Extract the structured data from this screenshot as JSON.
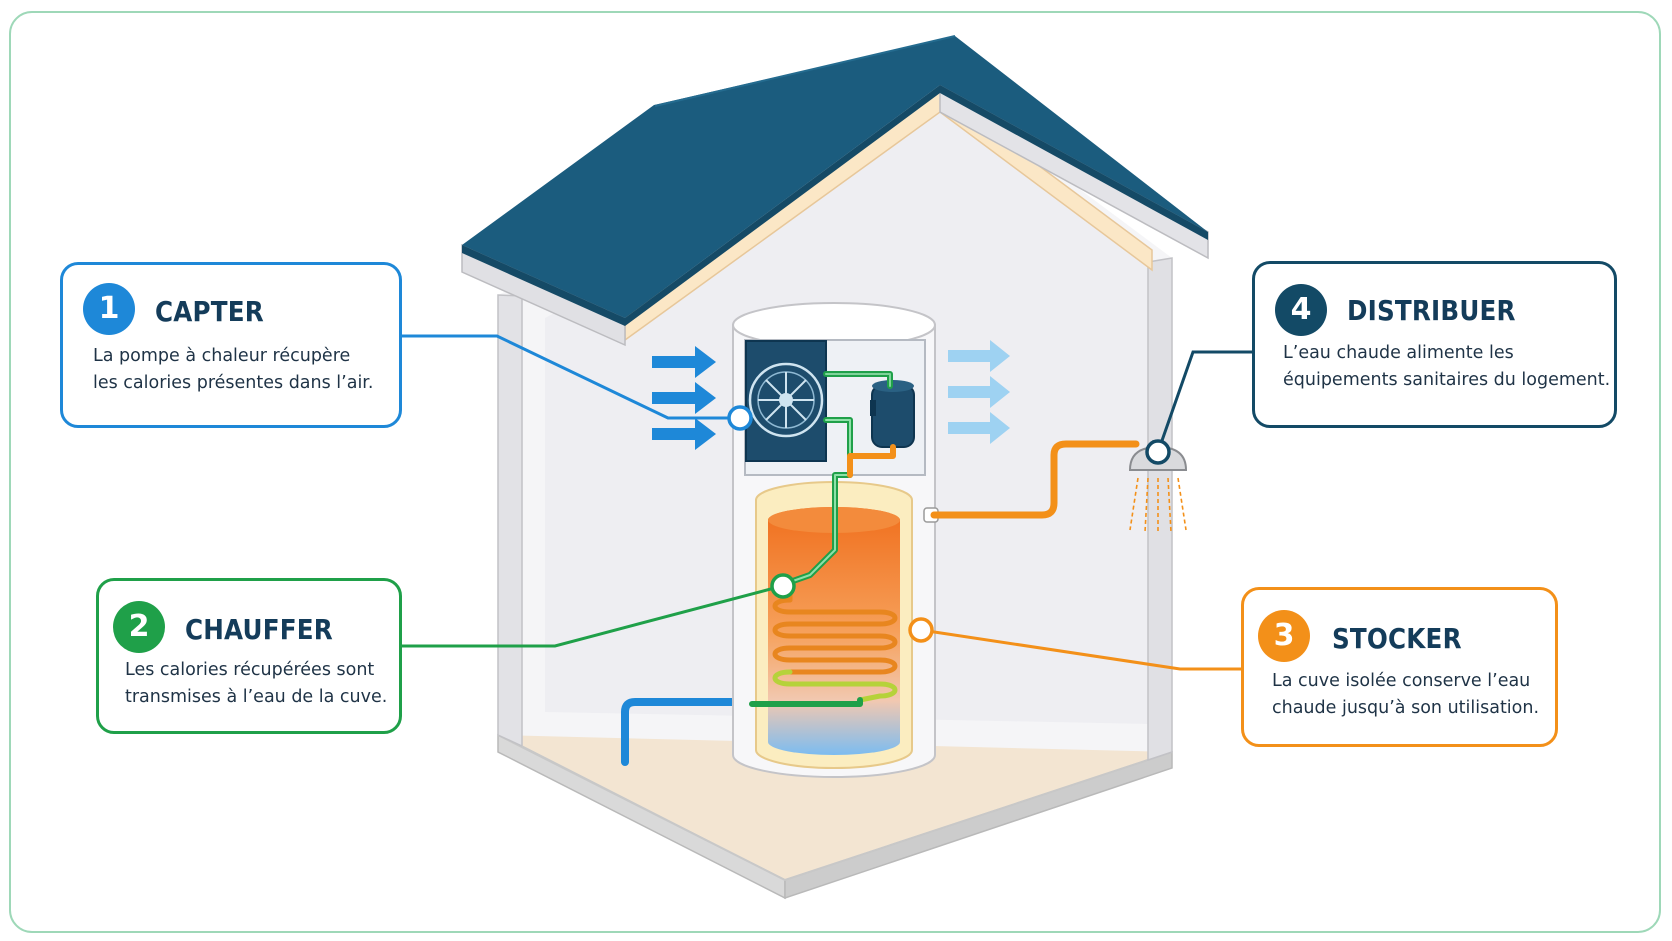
{
  "colors": {
    "blue": "#1e88d8",
    "green": "#1fa049",
    "orange": "#f39019",
    "navy": "#134a66",
    "roof": "#1b5c7e",
    "frame": "#9ed8b8"
  },
  "steps": [
    {
      "number": "1",
      "title": "CAPTER",
      "lines": [
        "La pompe à chaleur récupère",
        "les calories présentes dans l’air."
      ],
      "color": "blue"
    },
    {
      "number": "2",
      "title": "CHAUFFER",
      "lines": [
        "Les calories récupérées sont",
        "transmises à l’eau de la cuve."
      ],
      "color": "green"
    },
    {
      "number": "3",
      "title": "STOCKER",
      "lines": [
        "La cuve isolée conserve l’eau",
        "chaude jusqu’à son utilisation."
      ],
      "color": "orange"
    },
    {
      "number": "4",
      "title": "DISTRIBUER",
      "lines": [
        "L’eau chaude alimente les",
        "équipements sanitaires du logement."
      ],
      "color": "navy"
    }
  ],
  "icons": [
    "fan-icon",
    "compressor-icon",
    "shower-icon",
    "air-flow-arrows-icon"
  ]
}
